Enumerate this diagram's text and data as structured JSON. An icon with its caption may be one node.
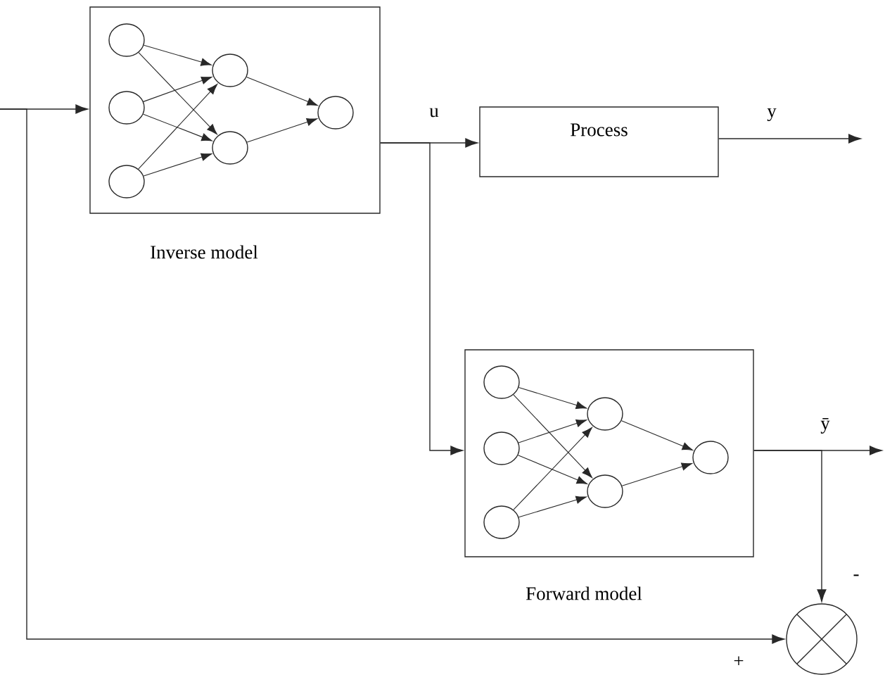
{
  "diagram": {
    "nodes": [
      {
        "text": [
          "Inverse model"
        ]
      },
      {
        "text": [],
        "shape": "circle",
        "in": 0
      },
      {
        "text": [],
        "shape": "circle",
        "in": 0
      },
      {
        "text": [],
        "shape": "circle",
        "in": 0
      },
      {
        "text": [],
        "shape": "circle",
        "in": 0
      },
      {
        "text": [],
        "shape": "circle",
        "in": 0
      },
      {
        "text": [],
        "shape": "circle",
        "in": 0
      },
      {
        "text": [
          "Process"
        ]
      },
      {
        "text": [
          "Forward model"
        ]
      },
      {
        "text": [],
        "shape": "circle",
        "in": 8
      },
      {
        "text": [],
        "shape": "circle",
        "in": 8
      },
      {
        "text": [],
        "shape": "circle",
        "in": 8
      },
      {
        "text": [],
        "shape": "circle",
        "in": 8
      },
      {
        "text": [],
        "shape": "circle",
        "in": 8
      },
      {
        "text": [],
        "shape": "circle",
        "in": 8
      },
      {
        "text": [],
        "shape": "circle"
      }
    ],
    "edges": [
      {
        "from": null,
        "to": 0,
        "arrow": "to"
      },
      {
        "from": null,
        "to": 15,
        "arrow": "to"
      },
      {
        "from": 0,
        "to": 7,
        "arrow": "to"
      },
      {
        "from": 0,
        "to": 8,
        "arrow": "to"
      },
      {
        "from": 7,
        "to": null,
        "arrow": "to"
      },
      {
        "from": 8,
        "to": null,
        "arrow": "to"
      },
      {
        "from": 8,
        "to": 15,
        "arrow": "to"
      },
      {
        "from": 1,
        "to": 4,
        "arrow": "to"
      },
      {
        "from": 1,
        "to": 5,
        "arrow": "to"
      },
      {
        "from": 2,
        "to": 4,
        "arrow": "to"
      },
      {
        "from": 2,
        "to": 5,
        "arrow": "to"
      },
      {
        "from": 3,
        "to": 4,
        "arrow": "to"
      },
      {
        "from": 3,
        "to": 5,
        "arrow": "to"
      },
      {
        "from": 4,
        "to": 6,
        "arrow": "to"
      },
      {
        "from": 5,
        "to": 6,
        "arrow": "to"
      },
      {
        "from": 9,
        "to": 12,
        "arrow": "to"
      },
      {
        "from": 9,
        "to": 13,
        "arrow": "to"
      },
      {
        "from": 10,
        "to": 12,
        "arrow": "to"
      },
      {
        "from": 10,
        "to": 13,
        "arrow": "to"
      },
      {
        "from": 11,
        "to": 12,
        "arrow": "to"
      },
      {
        "from": 11,
        "to": 13,
        "arrow": "to"
      },
      {
        "from": 12,
        "to": 14,
        "arrow": "to"
      },
      {
        "from": 13,
        "to": 14,
        "arrow": "to"
      }
    ],
    "labels": [
      "u",
      "y",
      "ȳ",
      "-",
      "+"
    ]
  }
}
